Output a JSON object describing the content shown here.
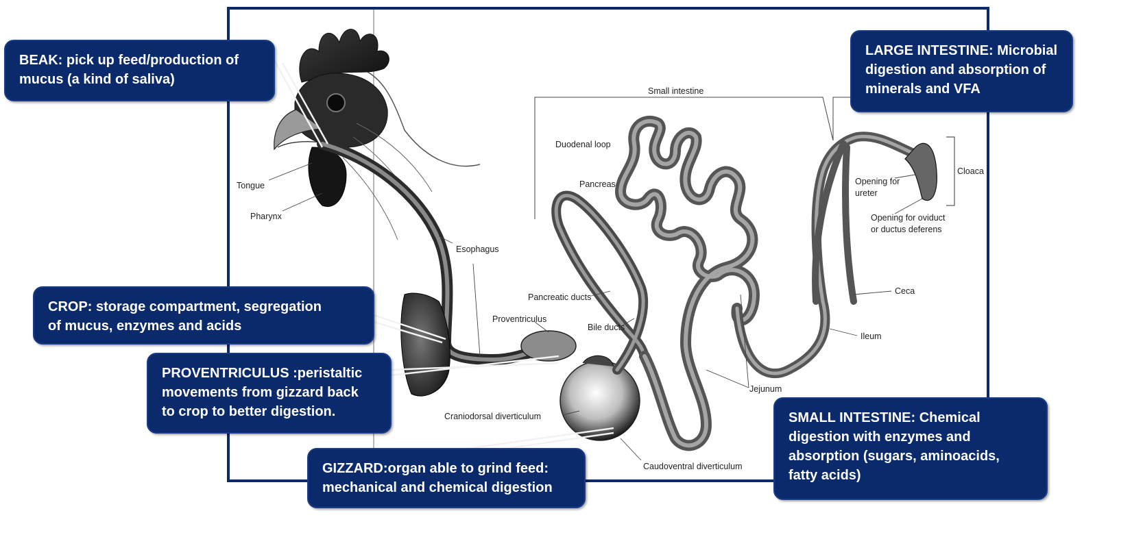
{
  "colors": {
    "callout_bg": "#0b2a6b",
    "callout_text": "#ffffff",
    "frame": "#0b2a6b",
    "organ_fill": "#7a7a7a"
  },
  "diagram_labels": {
    "small_intestine": "Small intestine",
    "duodenal_loop": "Duodenal loop",
    "pancreas": "Pancreas",
    "tongue": "Tongue",
    "pharynx": "Pharynx",
    "esophagus": "Esophagus",
    "pancreatic_ducts": "Pancreatic ducts",
    "proventriculus": "Proventriculus",
    "bile_ducts": "Bile ducts",
    "craniodorsal_diverticulum": "Craniodorsal diverticulum",
    "caudoventral_diverticulum": "Caudoventral diverticulum",
    "jejunum": "Jejunum",
    "ileum": "Ileum",
    "ceca": "Ceca",
    "cloaca": "Cloaca",
    "opening_ureter_1": "Opening for",
    "opening_ureter_2": "ureter",
    "opening_oviduct_1": "Opening for oviduct",
    "opening_oviduct_2": "or ductus deferens"
  },
  "callouts": {
    "beak": {
      "line1": "BEAK: pick up feed/production of",
      "line2": "mucus (a kind of saliva)"
    },
    "large_intestine": {
      "line1": "LARGE INTESTINE: Microbial",
      "line2": "digestion and absorption of",
      "line3": "minerals and VFA"
    },
    "crop": {
      "line1": "CROP: storage compartment, segregation",
      "line2": "of mucus, enzymes and acids"
    },
    "proventriculus": {
      "line1": "PROVENTRICULUS :peristaltic",
      "line2": "movements from gizzard back",
      "line3": "to crop to better digestion."
    },
    "gizzard": {
      "line1": "GIZZARD:organ able to grind feed:",
      "line2": "mechanical and chemical digestion"
    },
    "small_intestine": {
      "line1": "SMALL INTESTINE: Chemical",
      "line2": "digestion with enzymes and",
      "line3": "absorption (sugars, aminoacids,",
      "line4": "fatty acids)"
    }
  }
}
